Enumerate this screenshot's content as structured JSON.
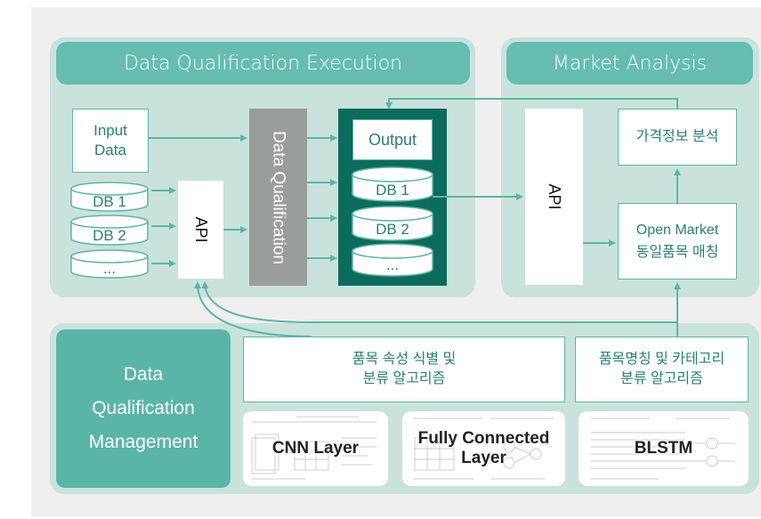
{
  "colors": {
    "panel": "#c9e3dc",
    "banner": "#66bdb0",
    "output_column": "#0d6b5e",
    "data_qualification_bar": "#9a9e9b",
    "text_teal": "#2b7f72",
    "arrow": "#5fb4a7"
  },
  "execution": {
    "title": "Data Qualification Execution",
    "input_data": "Input\nData",
    "databases": [
      "DB 1",
      "DB 2",
      "..."
    ],
    "api": "API",
    "data_qualification": "Data Qualification",
    "output": "Output",
    "output_databases": [
      "DB 1",
      "DB 2",
      "..."
    ]
  },
  "market": {
    "title": "Market Analysis",
    "api": "API",
    "price_analysis": "가격정보 분석",
    "open_market": "Open Market\n동일품목 매칭"
  },
  "management": {
    "title": "Data\nQualification\nManagement",
    "algo_attribute": "품목 속성 식별 및\n분류 알고리즘",
    "algo_category": "품목명칭 및 카테고리\n분류 알고리즘",
    "models": [
      "CNN Layer",
      "Fully Connected\nLayer",
      "BLSTM"
    ]
  }
}
